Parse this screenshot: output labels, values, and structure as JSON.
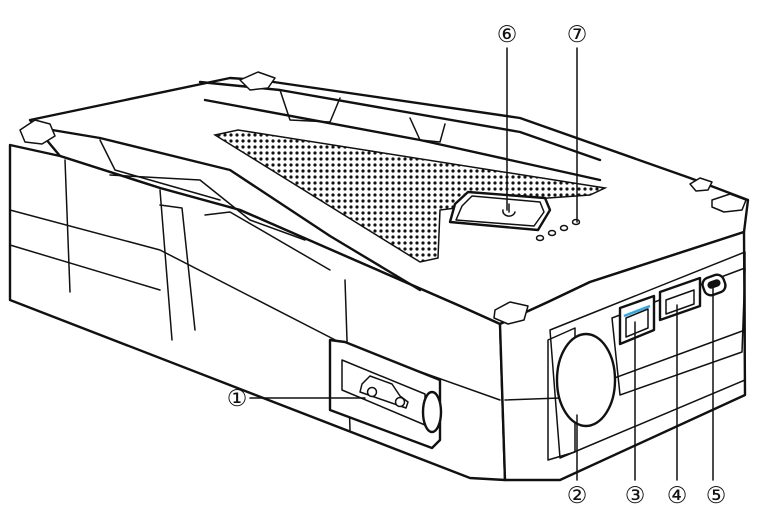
{
  "callouts": [
    {
      "id": "1",
      "label": "①"
    },
    {
      "id": "2",
      "label": "②"
    },
    {
      "id": "3",
      "label": "③"
    },
    {
      "id": "4",
      "label": "④"
    },
    {
      "id": "5",
      "label": "⑤"
    },
    {
      "id": "6",
      "label": "⑥"
    },
    {
      "id": "7",
      "label": "⑦"
    }
  ],
  "icons": {
    "device": "jump-starter-device",
    "power_button": "power-icon",
    "clamp_port": "car-icon",
    "flashlight": "flashlight-lens",
    "usb_a_1": "usb-port-icon",
    "usb_a_2": "usb-port-icon",
    "usb_c": "usb-c-port-icon",
    "led_indicators": "led-indicator-dots"
  },
  "colors": {
    "line": "#111111",
    "background": "#ffffff",
    "accent": "#35a6e0"
  }
}
